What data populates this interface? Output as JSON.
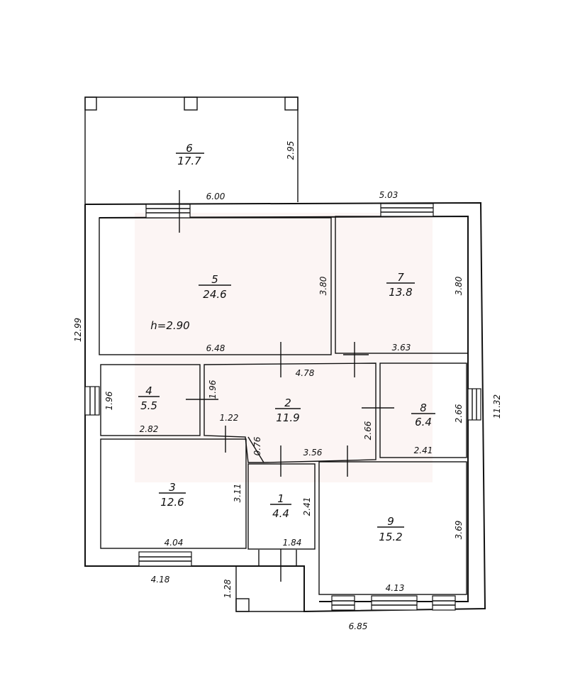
{
  "rooms": [
    {
      "number": "1",
      "area": "4.4"
    },
    {
      "number": "2",
      "area": "11.9"
    },
    {
      "number": "3",
      "area": "12.6"
    },
    {
      "number": "4",
      "area": "5.5"
    },
    {
      "number": "5",
      "area": "24.6"
    },
    {
      "number": "6",
      "area": "17.7"
    },
    {
      "number": "7",
      "area": "13.8"
    },
    {
      "number": "8",
      "area": "6.4"
    },
    {
      "number": "9",
      "area": "15.2"
    }
  ],
  "ceiling_height": "h=2.90",
  "dimensions": {
    "terrace_depth": "2.95",
    "top_left_width": "6.00",
    "top_right_width": "5.03",
    "left_height": "12.99",
    "right_height": "11.32",
    "bottom_width": "6.85",
    "bottom_left_width": "4.18",
    "porch_depth": "1.28",
    "r5_height": "3.80",
    "r5_width": "6.48",
    "r7_height": "3.80",
    "r7_width": "3.63",
    "r4_height": "1.96",
    "r4_width": "2.82",
    "r2_left_height": "1.96",
    "r2_width": "4.78",
    "r2_step": "1.22",
    "r2_small": "0.76",
    "r2_right_height": "2.66",
    "r2_bottom_width": "3.56",
    "r8_height": "2.66",
    "r8_width": "2.41",
    "r3_height": "3.11",
    "r3_width": "4.04",
    "r1_height": "2.41",
    "r1_width": "1.84",
    "r9_height": "3.69",
    "r9_width": "4.13"
  }
}
